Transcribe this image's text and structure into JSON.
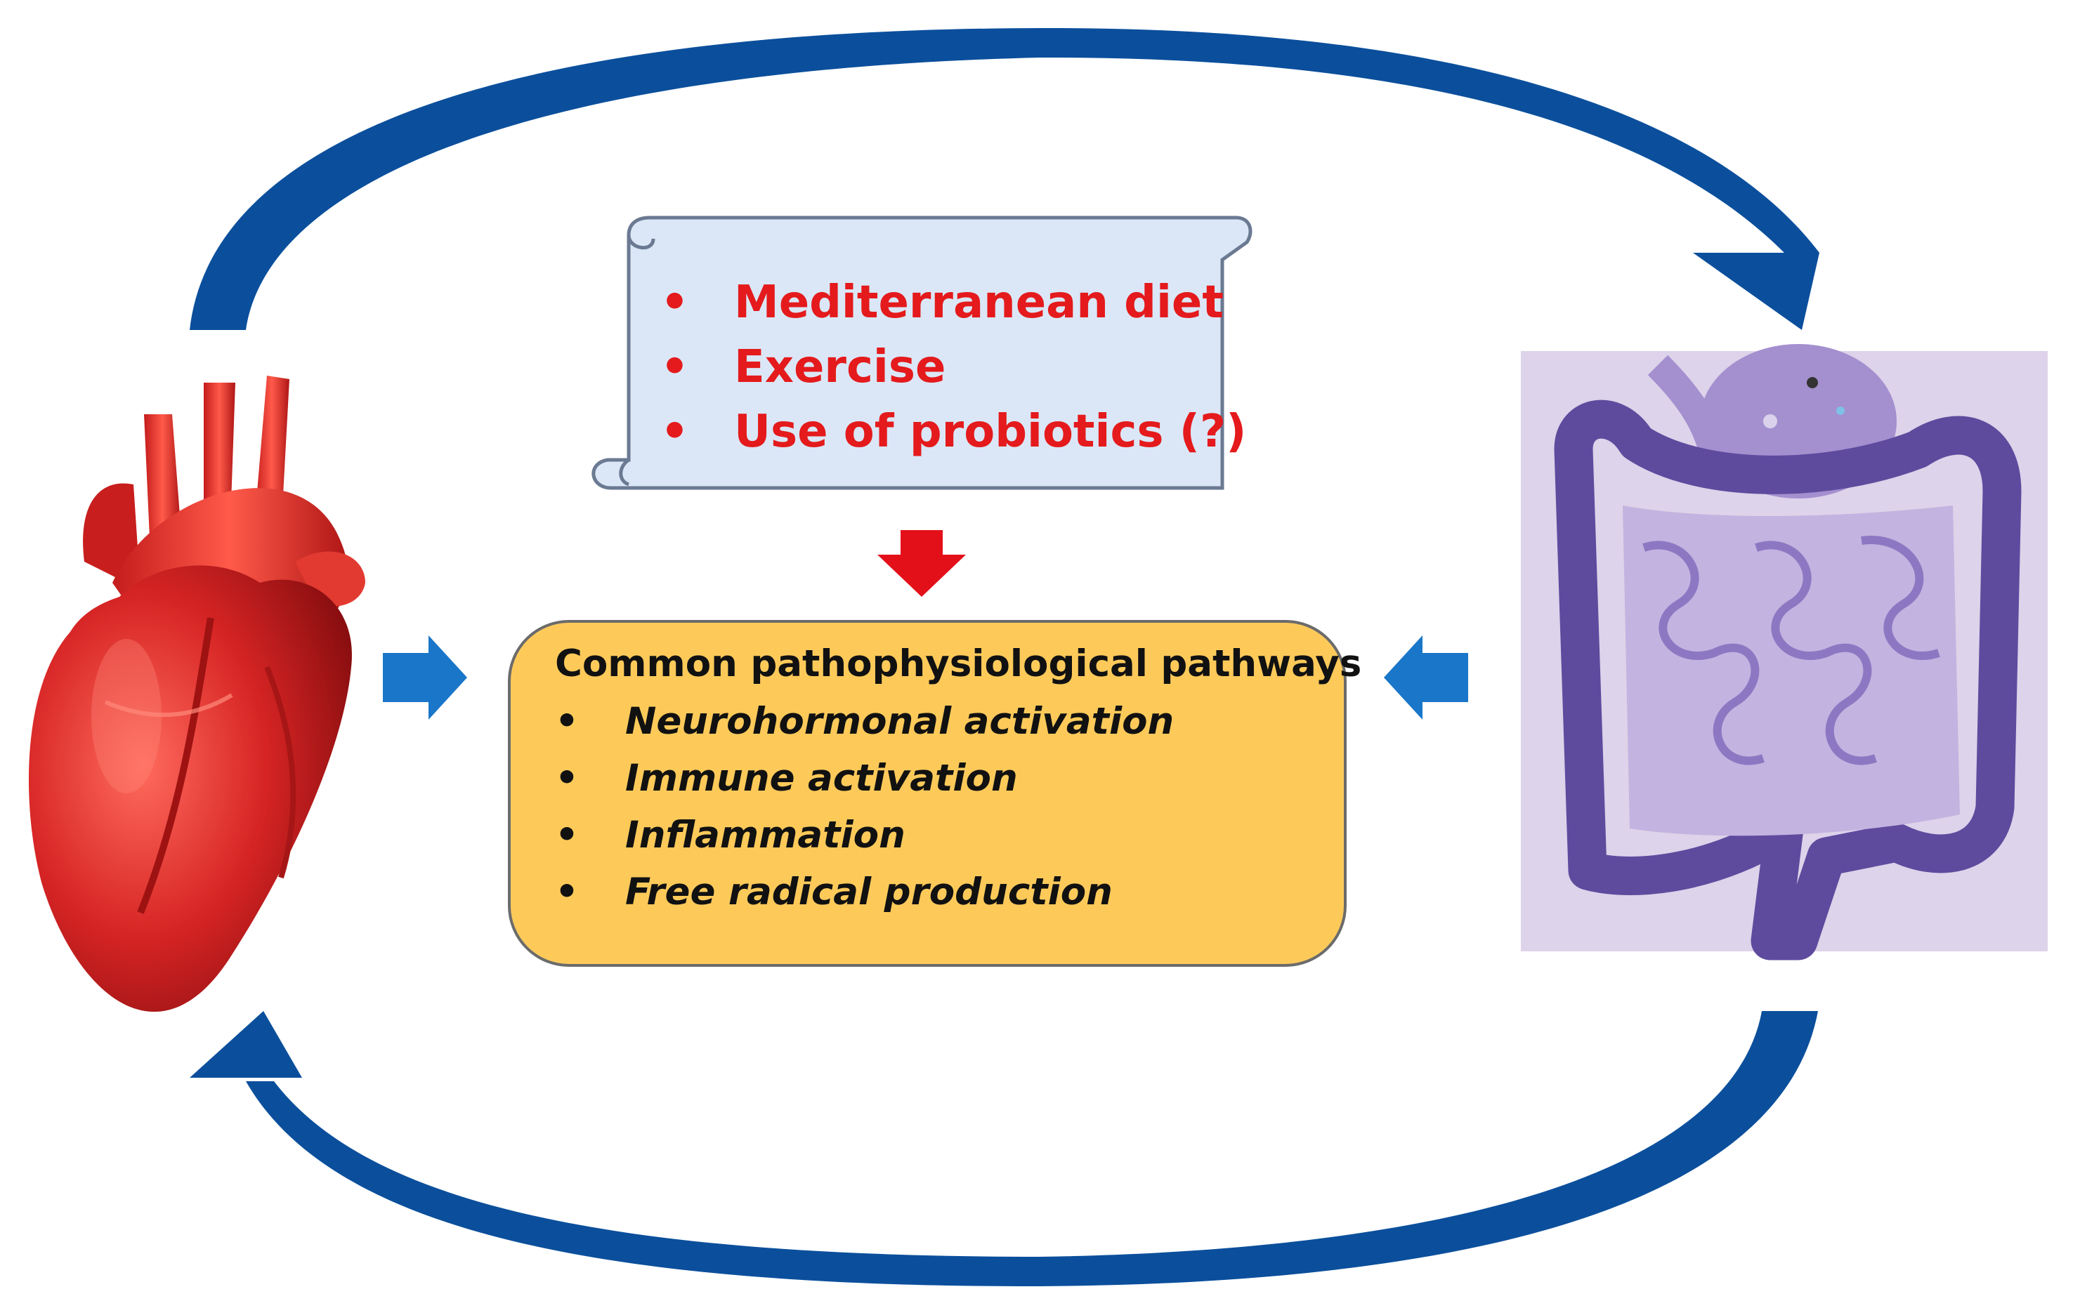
{
  "interventions": {
    "items": [
      "Mediterranean diet",
      "Exercise",
      "Use of probiotics (?)"
    ],
    "bullet": "•",
    "color": "#e41a1c"
  },
  "pathways": {
    "title": "Common pathophysiological pathways",
    "items": [
      "Neurohormonal  activation",
      "Immune activation",
      "Inflammation",
      "Free radical production"
    ],
    "bullet": "•",
    "fill": "#fdca5a"
  },
  "colors": {
    "cycle_arrow": "#0b4f9c",
    "side_arrow": "#1a76c9",
    "down_arrow": "#e3101a",
    "scroll_fill": "#dbe7f6",
    "heart": "#d62424",
    "gut_background": "#ddd3ea",
    "gut_intestine": "#5e4b9e"
  },
  "icons": [
    "heart-icon",
    "intestine-icon"
  ]
}
